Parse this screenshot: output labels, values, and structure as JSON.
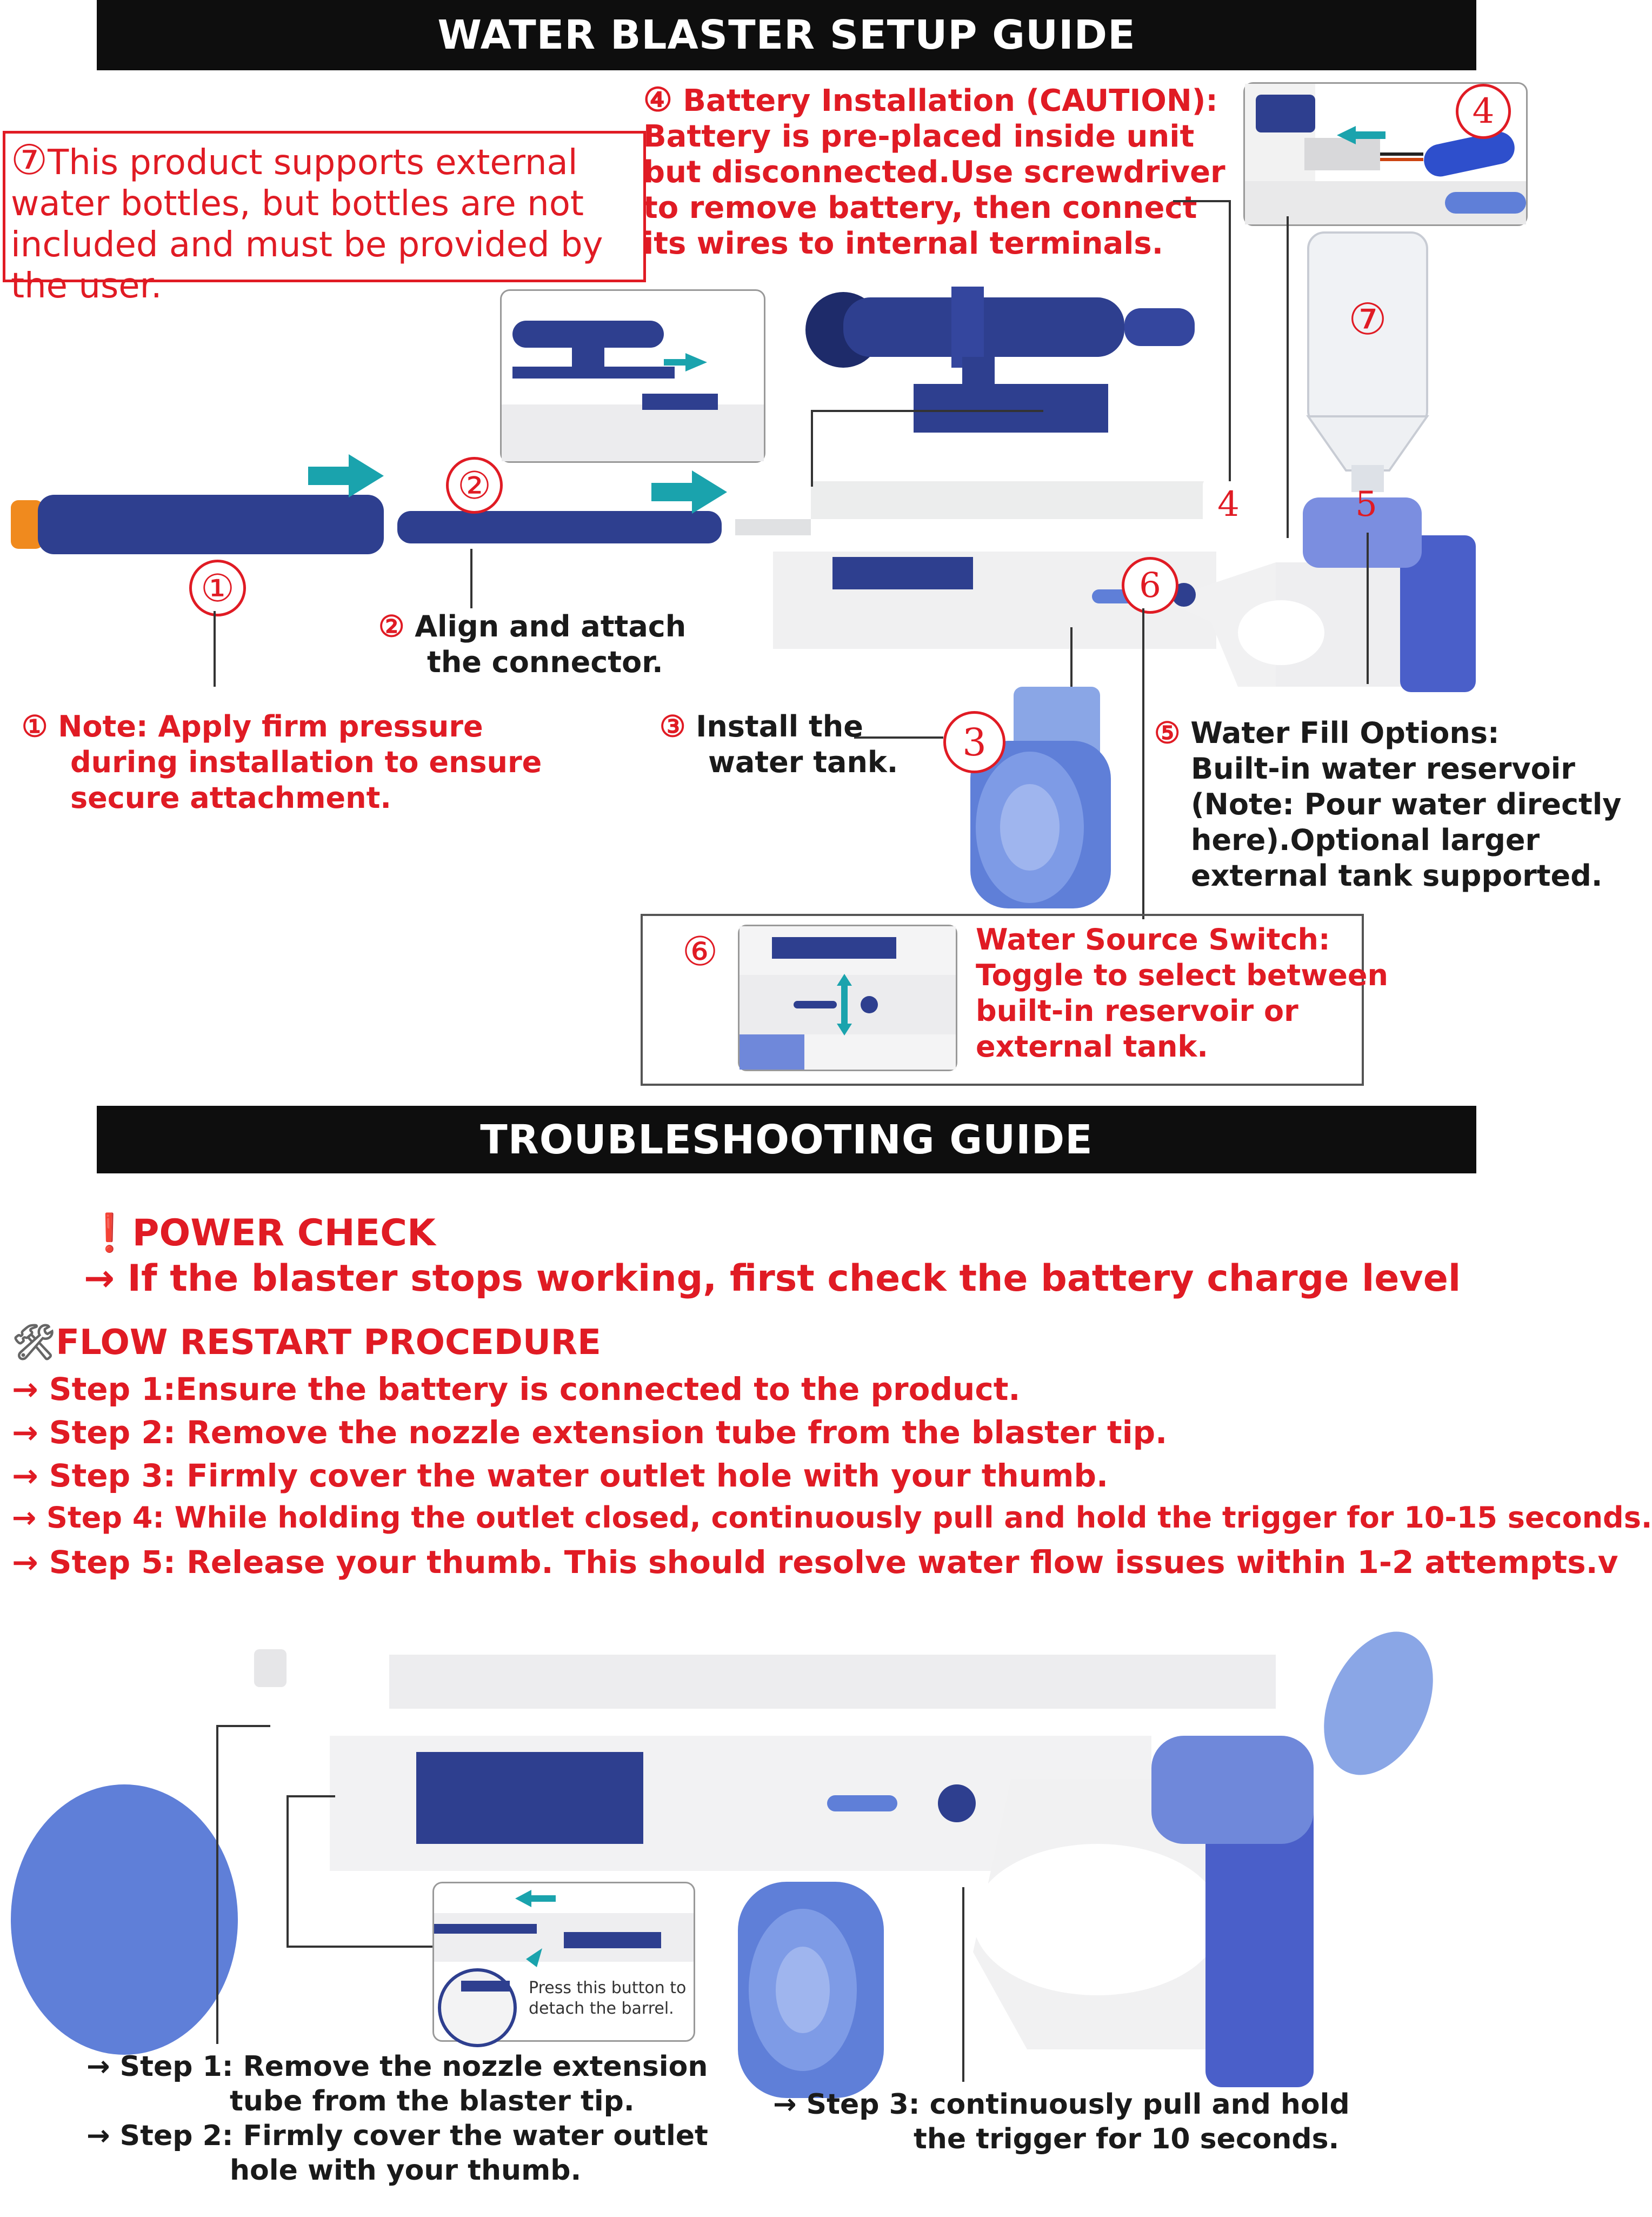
{
  "setup": {
    "title": "WATER BLASTER SETUP GUIDE",
    "note7": {
      "badge": "⑦",
      "text": "This product supports external water bottles, but bottles are not included and must be provided by the user."
    },
    "battery": {
      "badge": "④",
      "line1": "Battery Installation (CAUTION):",
      "line2": "Battery is pre-placed inside unit",
      "line3": "but disconnected.Use screwdriver",
      "line4": "to remove battery, then connect",
      "line5": "its wires to internal terminals."
    },
    "step1": {
      "badge": "①",
      "line1": "Note: Apply firm pressure",
      "line2": "during installation to ensure",
      "line3": "secure attachment."
    },
    "step2": {
      "badge": "②",
      "line1": "Align and attach",
      "line2": "the connector."
    },
    "step3": {
      "badge": "③",
      "line1": "Install the",
      "line2": "water tank."
    },
    "step5": {
      "badge": "⑤",
      "line1": "Water Fill Options:",
      "line2": "Built-in water reservoir",
      "line3": "(Note: Pour water directly",
      "line4": "here).Optional larger",
      "line5": "external tank supported."
    },
    "step6": {
      "badge": "⑥",
      "line1": "Water Source Switch:",
      "line2": "Toggle to select between",
      "line3": "built-in reservoir or",
      "line4": "external tank."
    },
    "callouts": {
      "c1": "①",
      "c2": "②",
      "c3": "3",
      "c4": "4",
      "c5": "5",
      "c6": "6",
      "c7": "⑦"
    }
  },
  "troubleshooting": {
    "title": "TROUBLESHOOTING GUIDE",
    "power_check": {
      "icon": "❗",
      "heading": "POWER CHECK",
      "detail": "→ If the blaster stops working, first check the battery charge level"
    },
    "flow_restart": {
      "icon": "🛠",
      "heading": "FLOW RESTART PROCEDURE",
      "steps": [
        "→ Step 1:Ensure the battery is connected to the product.",
        "→ Step 2: Remove the nozzle extension tube from the blaster tip.",
        "→ Step 3: Firmly cover the water outlet hole with your thumb.",
        "→ Step 4: While holding the outlet closed, continuously pull and hold the trigger for 10-15 seconds.",
        "→ Step 5: Release your thumb. This should resolve water flow issues within 1-2 attempts.v"
      ]
    },
    "inset_caption_1": "Press this button to",
    "inset_caption_2": "detach the barrel.",
    "bottom_steps": {
      "s1a": "→ Step 1: Remove the nozzle extension",
      "s1b": "tube from the blaster tip.",
      "s2a": "→ Step 2: Firmly cover the water outlet",
      "s2b": "hole with your thumb.",
      "s3a": "→ Step 3: continuously pull and hold",
      "s3b": "the trigger for 10 seconds."
    }
  },
  "colors": {
    "accent_red": "#e01b24",
    "banner": "#0e0e0e",
    "blaster_blue": "#2e3f8f",
    "tank_blue": "#5f7fd8",
    "arrow_teal": "#1aa3ad"
  }
}
